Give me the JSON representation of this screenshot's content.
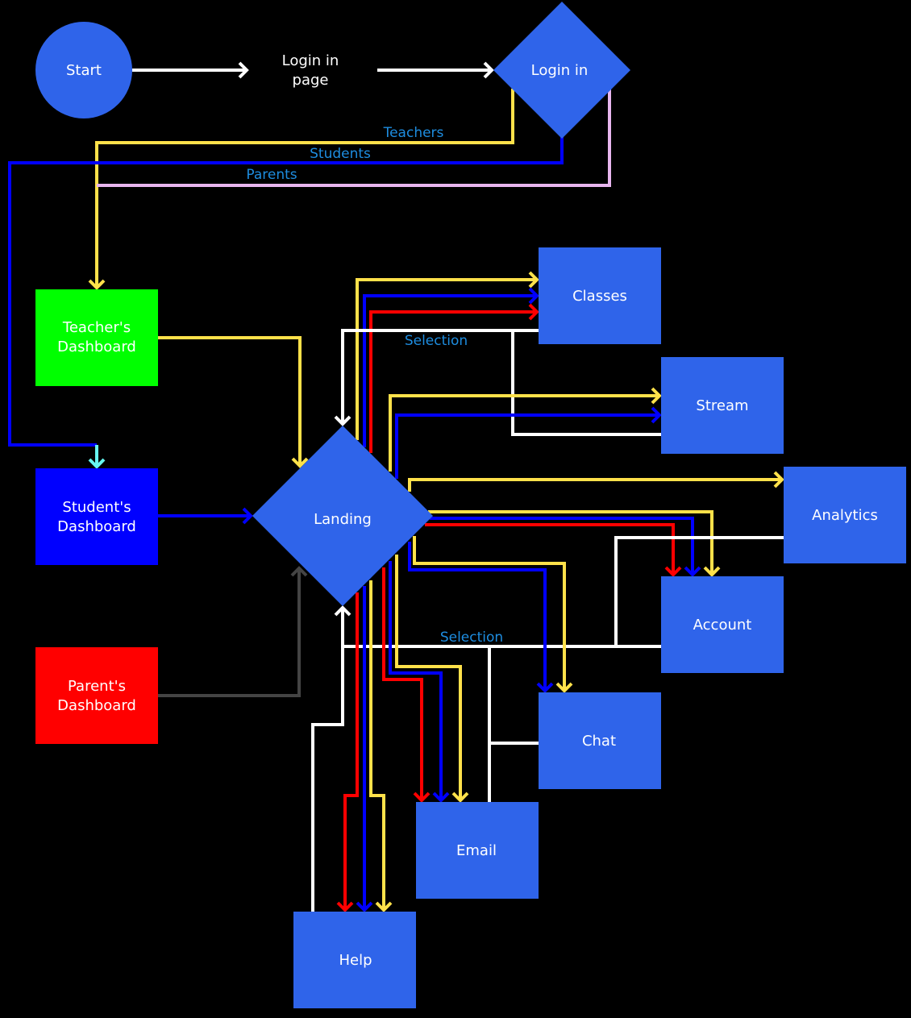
{
  "diagram": {
    "colors": {
      "background": "#000000",
      "node_default": "#2f64ea",
      "teacher": "#00ff00",
      "student": "#0000ff",
      "parent": "#ff0000",
      "edge_teacher": "#ffe14a",
      "edge_student": "#0000ff",
      "edge_parent": "#ff0000",
      "edge_parents_login": "#e8b6ef",
      "edge_selection": "#ffffff",
      "edge_cyan": "#66f5f0",
      "edge_parent_thin": "#444444",
      "label_text": "#ffffff",
      "edge_label_text": "#1e8de0"
    },
    "nodes": {
      "start": {
        "label": "Start",
        "shape": "circle"
      },
      "login_page": {
        "label_lines": [
          "Login in",
          "page"
        ],
        "shape": "text"
      },
      "login_decision": {
        "label": "Login in",
        "shape": "diamond"
      },
      "teacher_dashboard": {
        "label_lines": [
          "Teacher's",
          "Dashboard"
        ],
        "shape": "rect"
      },
      "student_dashboard": {
        "label_lines": [
          "Student's",
          "Dashboard"
        ],
        "shape": "rect"
      },
      "parent_dashboard": {
        "label_lines": [
          "Parent's",
          "Dashboard"
        ],
        "shape": "rect"
      },
      "landing": {
        "label": "Landing",
        "shape": "diamond"
      },
      "classes": {
        "label": "Classes",
        "shape": "rect"
      },
      "stream": {
        "label": "Stream",
        "shape": "rect"
      },
      "analytics": {
        "label": "Analytics",
        "shape": "rect"
      },
      "account": {
        "label": "Account",
        "shape": "rect"
      },
      "chat": {
        "label": "Chat",
        "shape": "rect"
      },
      "email": {
        "label": "Email",
        "shape": "rect"
      },
      "help": {
        "label": "Help",
        "shape": "rect"
      }
    },
    "edge_labels": {
      "teachers": "Teachers",
      "students": "Students",
      "parents": "Parents",
      "selection_top": "Selection",
      "selection_bottom": "Selection"
    },
    "edges": [
      {
        "from": "start",
        "to": "login_page",
        "role": "flow"
      },
      {
        "from": "login_page",
        "to": "login_decision",
        "role": "flow"
      },
      {
        "from": "login_decision",
        "to": "teacher_dashboard",
        "role": "teacher",
        "label": "Teachers"
      },
      {
        "from": "login_decision",
        "to": "student_dashboard",
        "role": "student",
        "label": "Students"
      },
      {
        "from": "login_decision",
        "to": "teacher_dashboard",
        "role": "parents",
        "label": "Parents"
      },
      {
        "from": "teacher_dashboard",
        "to": "landing",
        "role": "teacher"
      },
      {
        "from": "student_dashboard",
        "to": "landing",
        "role": "student"
      },
      {
        "from": "parent_dashboard",
        "to": "landing",
        "role": "parent"
      },
      {
        "from": "landing",
        "to": "classes",
        "role": "teacher"
      },
      {
        "from": "landing",
        "to": "classes",
        "role": "student"
      },
      {
        "from": "landing",
        "to": "classes",
        "role": "parent"
      },
      {
        "from": "landing",
        "to": "stream",
        "role": "teacher"
      },
      {
        "from": "landing",
        "to": "stream",
        "role": "student"
      },
      {
        "from": "landing",
        "to": "analytics",
        "role": "teacher"
      },
      {
        "from": "landing",
        "to": "account",
        "role": "teacher"
      },
      {
        "from": "landing",
        "to": "account",
        "role": "student"
      },
      {
        "from": "landing",
        "to": "account",
        "role": "parent"
      },
      {
        "from": "landing",
        "to": "chat",
        "role": "teacher"
      },
      {
        "from": "landing",
        "to": "chat",
        "role": "student"
      },
      {
        "from": "landing",
        "to": "email",
        "role": "teacher"
      },
      {
        "from": "landing",
        "to": "email",
        "role": "student"
      },
      {
        "from": "landing",
        "to": "email",
        "role": "parent"
      },
      {
        "from": "landing",
        "to": "help",
        "role": "teacher"
      },
      {
        "from": "landing",
        "to": "help",
        "role": "student"
      },
      {
        "from": "landing",
        "to": "help",
        "role": "parent"
      },
      {
        "from": "classes",
        "to": "landing",
        "role": "selection",
        "label": "Selection"
      },
      {
        "from": "stream",
        "to": "landing",
        "role": "selection"
      },
      {
        "from": "analytics",
        "to": "landing",
        "role": "selection",
        "label": "Selection"
      },
      {
        "from": "account",
        "to": "landing",
        "role": "selection"
      },
      {
        "from": "chat",
        "to": "landing",
        "role": "selection"
      },
      {
        "from": "email",
        "to": "landing",
        "role": "selection"
      },
      {
        "from": "help",
        "to": "landing",
        "role": "selection"
      }
    ]
  }
}
